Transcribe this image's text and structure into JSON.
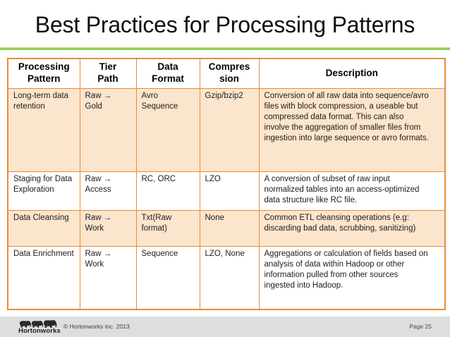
{
  "slide": {
    "title": "Best Practices for Processing Patterns"
  },
  "table": {
    "headers": {
      "pattern": "Processing\nPattern",
      "tier_path": "Tier\nPath",
      "data_format": "Data\nFormat",
      "compression": "Compres\nsion",
      "description": "Description"
    },
    "rows": [
      {
        "pattern": "Long-term data\nretention",
        "tier_path": "Raw →\nGold",
        "data_format": "Avro\nSequence",
        "compression": "Gzip/bzip2",
        "description": "Conversion of all raw data into sequence/avro\nfiles with block compression, a useable but\ncompressed data format. This can also\ninvolve the aggregation of smaller files from\ningestion into large sequence or avro formats."
      },
      {
        "pattern": "Staging for Data\nExploration",
        "tier_path": "Raw →\nAccess",
        "data_format": "RC, ORC",
        "compression": "LZO",
        "description": "A conversion of subset of raw input\nnormalized tables into an access-optimized\ndata structure like RC file."
      },
      {
        "pattern": "Data Cleansing",
        "tier_path": "Raw →\nWork",
        "data_format": "Txt(Raw\nformat)",
        "compression": "None",
        "description": "Common ETL cleansing operations (e.g:\ndiscarding bad data, scrubbing, sanitizing)"
      },
      {
        "pattern": "Data Enrichment",
        "tier_path": "Raw →\nWork",
        "data_format": "Sequence",
        "compression": "LZO, None",
        "description": "Aggregations or calculation of fields based on\nanalysis of data within Hadoop or other\ninformation pulled from other sources\ningested into Hadoop."
      }
    ]
  },
  "footer": {
    "logo_text": "Hortonworks",
    "copyright": "© Hortonworks Inc. 2013",
    "page_label": "Page 25"
  },
  "colors": {
    "table_border": "#E88B3C",
    "row_shade": "#FBE5CC",
    "accent_green": "#92CE52",
    "footer_background": "#DDDEE0"
  }
}
